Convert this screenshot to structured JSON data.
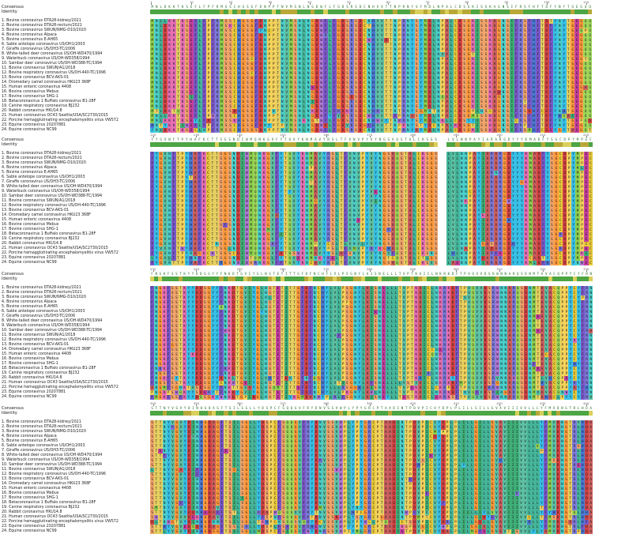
{
  "labels": {
    "consensus": "Consensus",
    "identity": "Identity"
  },
  "sequence_names": [
    "1. Bovine coronavirus DTA28-kidney/2021",
    "2. Bovine coronavirus DTA28-rectum/2021",
    "3. Bovine coronavirus SWUN/NMG-D10/2020",
    "4. Bovine coronavirus Alpaca",
    "5. Bovine coronavirus E-AH65",
    "6. Sable antelope coronavirus US/OH1/2003",
    "7. Giraffe coronavirus US/OH3-TC/2006",
    "8. White-tailed deer coronavirus US/OH-WD470/1994",
    "9. Waterbuck coronavirus US/OH-WD358/1994",
    "10. Sambar deer coronavirus US/OH-WD388-TC/1994",
    "11. Bovine coronavirus SWUN/A1/2018",
    "12. Bovine respiratory coronavirus US/OH-440-TC/1996",
    "13. Bovine coronavirus BCV-AKS-01",
    "14. Dromedary camel coronavirus HKU23 368F",
    "15. Human enteric coronavirus 4408",
    "16. Bovine coronavirus Mebus",
    "17. Bovine coronavirus SHG-1",
    "18. Betacoronavirus 1 Buffalo coronavirus B1-28F",
    "19. Canine respiratory coronavirus BJ232",
    "20. Rabbit coronavirus HKU14.8",
    "21. Human coronavirus OC43 Seattle/USA/SC2730/2015",
    "22. Porcine hemagglutinating encephalomyelitis virus VW572",
    "23. Equine coronavirus 20207881",
    "24. Equine coronavirus NC99"
  ],
  "blocks": [
    {
      "ruler": [
        "1",
        "10",
        "20",
        "30",
        "40",
        "50",
        "60",
        "70",
        "80",
        "90",
        "100",
        "110"
      ],
      "consensus": "MNLDKKTKSEFLFPFRMSSCHGSGFDNPPTNVMSNLNGDWFLFGDSRSDCNHVVTTNPRNYSYMDLNPALCDSGKISSKAGNSIFRSFHFTDFYNYTGEGQQ"
    },
    {
      "ruler": [
        "120",
        "130",
        "140",
        "150",
        "160",
        "170",
        "180",
        "190",
        "200",
        "210",
        "220"
      ],
      "consensus": "FYGVNFTPYHAFKCTTSGSNDIWMQNKGVFYTQVYKNMAVYRSLTFVNVPYVYNGSAQSTALCKSGS--LVLNNPAYIARARGDYYYKMADFYSGCDPYMPEC"
    },
    {
      "ruler": [
        "230",
        "240",
        "250",
        "260",
        "270",
        "280",
        "290",
        "300",
        "310",
        "320",
        "330"
      ],
      "consensus": "FNGKFSSTKYYDDSGYYFNKDTGVIYGLNSTETITTGFDFNCHYLVLPSGNYLAISNELLLTVPTKAICLNKRKDFTPVQVVDSRWNNARQSDNMTAVACQPPYCYFRN"
    },
    {
      "ruler": [
        "340",
        "350",
        "360",
        "370",
        "380",
        "390",
        "400",
        "410",
        "420",
        "430",
        "440"
      ],
      "consensus": "STTNYVGVYDINHGDAGFTSILSGLLYDSPCFSQQGVFRYDNVSSVWPLYPYGRCPTAADINTPDVPICVYDPLPLILLGILLGVAVIIIVVLLLYFMVDNGTRLHDA"
    }
  ],
  "palette": {
    "A": "#cc5f5f",
    "C": "#e8c83a",
    "D": "#d64545",
    "E": "#c6409f",
    "F": "#7a58c7",
    "G": "#ff9a3c",
    "H": "#4c7ad6",
    "I": "#3fae77",
    "K": "#e76fb4",
    "L": "#45b59a",
    "M": "#8fd04e",
    "N": "#4bd1cd",
    "P": "#f5d25a",
    "Q": "#a0d85a",
    "R": "#7d7ad9",
    "S": "#f0a46b",
    "T": "#e6cf61",
    "V": "#5ec2a5",
    "W": "#b478d8",
    "Y": "#37c1e8",
    "gap": "#ffffff"
  },
  "identity_colors": {
    "high": "#4da544",
    "mid": "#b8a838",
    "low": "#d8d05a"
  }
}
